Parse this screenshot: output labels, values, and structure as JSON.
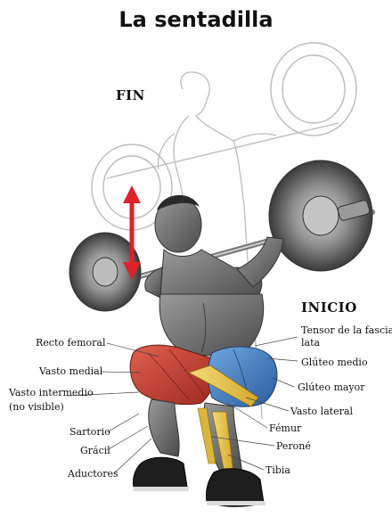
{
  "title": "La sentadilla",
  "phases": {
    "end": "FIN",
    "start": "INICIO"
  },
  "labels": {
    "recto_femoral": "Recto femoral",
    "vasto_medial": "Vasto medial",
    "vasto_intermedio_1": "Vasto intermedio",
    "vasto_intermedio_2": "(no visible)",
    "sartorio": "Sartorio",
    "gracil": "Grácil",
    "aductores": "Aductores",
    "tensor_1": "Tensor de la fascia",
    "tensor_2": "lata",
    "gluteo_medio": "Glúteo medio",
    "gluteo_mayor": "Glúteo mayor",
    "vasto_lateral": "Vasto lateral",
    "femur": "Fémur",
    "perone": "Peroné",
    "tibia": "Tibia"
  },
  "colors": {
    "arrow": "#e0202a",
    "quadriceps": "#c0392b",
    "glutes": "#3b78c2",
    "bone": "#e8c547",
    "skin": "#777777"
  }
}
